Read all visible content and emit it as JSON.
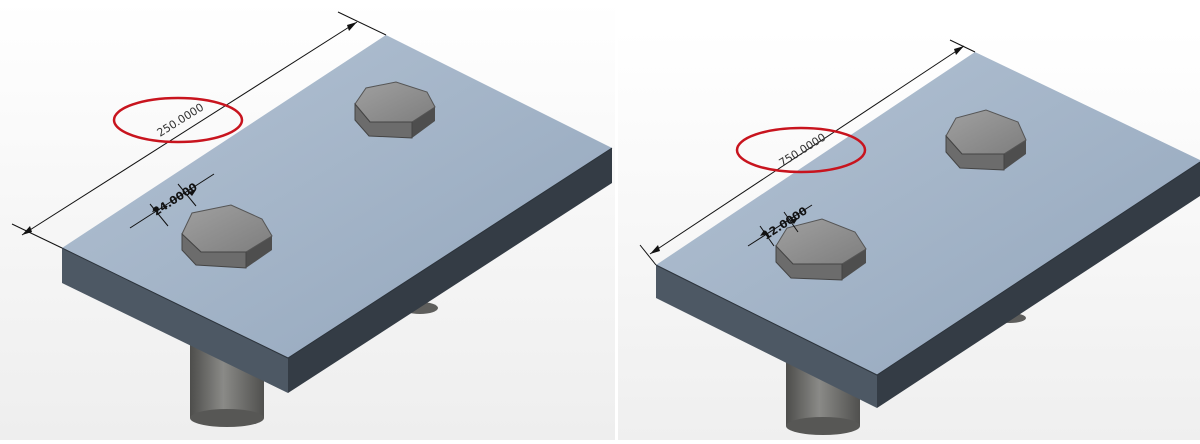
{
  "views": [
    {
      "length_dimension": "250.0000",
      "width_dimension": "24.0000"
    },
    {
      "length_dimension": "750.0000",
      "width_dimension": "12.0000"
    }
  ],
  "colors": {
    "plate_top": "#9fb1c6",
    "plate_front": "#4c5763",
    "plate_side": "#343c45",
    "nut_top": "#8e8e8e",
    "nut_side": "#5a5a5a",
    "rod": "#6a6a68",
    "highlight": "#c8141e",
    "arrow": "#e02020",
    "dim_line": "#111111"
  },
  "icons": [
    "right-arrow-icon"
  ]
}
